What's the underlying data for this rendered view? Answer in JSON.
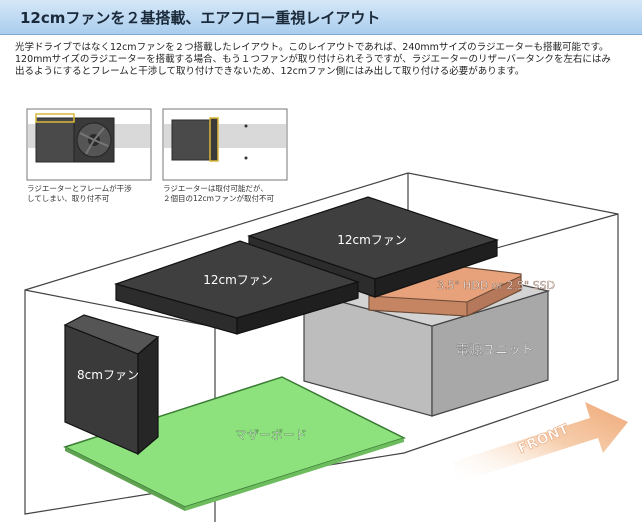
{
  "header": {
    "title": "12cmファンを２基搭載、エアフロー重視レイアウト"
  },
  "description": {
    "para1": "光学ドライブではなく12cmファンを２つ搭載したレイアウト。このレイアウトであれば、240mmサイズのラジエーターも搭載可能です。",
    "para2": "120mmサイズのラジエーターを搭載する場合、もう１つファンが取り付けられそうですが、ラジエーターのリザーバータンクを左右にはみ出るようにするとフレームと干渉して取り付けできないため、12cmファン側にはみ出して取り付ける必要があります。"
  },
  "thumbnails": [
    {
      "caption_line1": "ラジエーターとフレームが干渉",
      "caption_line2": "してしまい、取り付不可"
    },
    {
      "caption_line1": "ラジエーターは取付可能だが、",
      "caption_line2": "２個目の12cmファンが取付不可"
    }
  ],
  "diagram": {
    "fan_12cm_top": "12cmファン",
    "fan_12cm_left": "12cmファン",
    "drive_bay": "3.5\" HDD or 2.5\" SSD",
    "psu": "電源ユニット",
    "fan_8cm": "8cmファン",
    "motherboard": "マザーボード",
    "front": "FRONT"
  },
  "colors": {
    "header_bg": "#a9cdee",
    "fan_top": "#3d3d3d",
    "drive": "#e6a07a",
    "psu": "#bcbcbc",
    "motherboard": "#88e07a",
    "front_arrow": "#f2b98a",
    "highlight": "#d9b73a"
  }
}
